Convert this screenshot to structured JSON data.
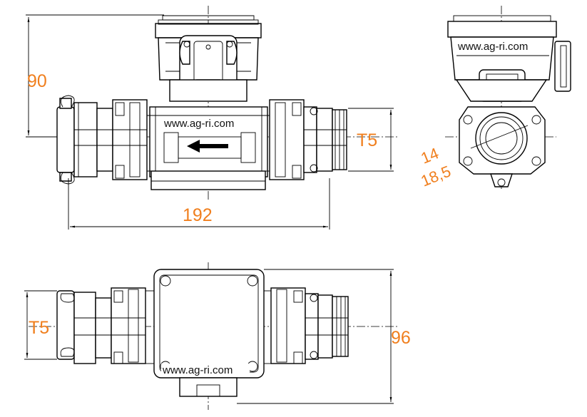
{
  "watermark": "www.ag-ri.com",
  "dimensions": {
    "height_front": "90",
    "length": "192",
    "thread_front": "T5",
    "inner_diameter": "14",
    "outer_diameter": "18,5",
    "thread_top": "T5",
    "width_top": "96"
  },
  "colors": {
    "dimension_text": "#f07f1e",
    "lines": "#000000",
    "background": "#ffffff"
  }
}
